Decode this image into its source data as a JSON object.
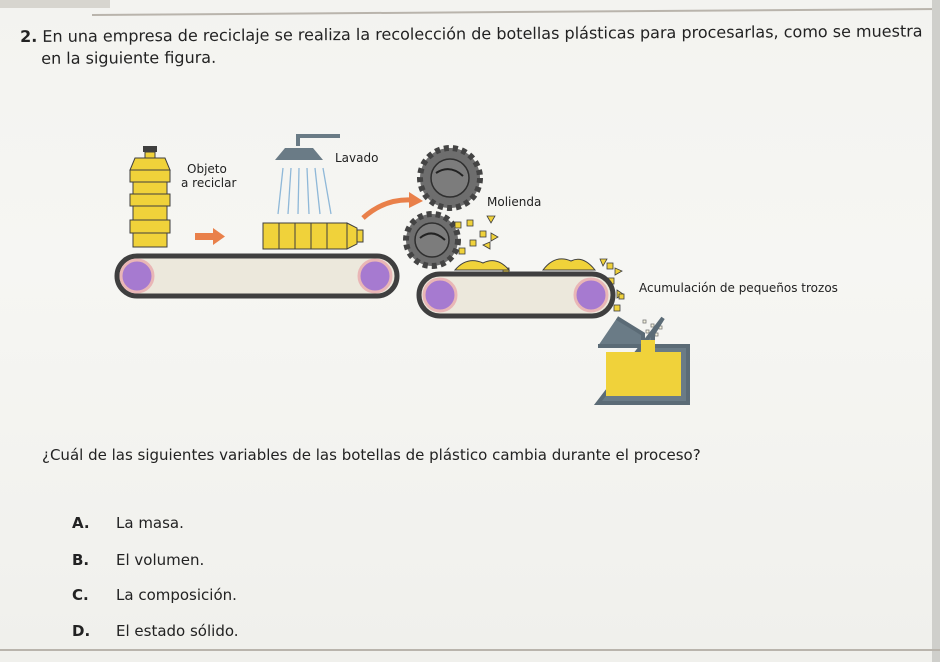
{
  "question": {
    "number": "2.",
    "line1": "En una empresa de reciclaje se realiza la recolección de botellas plásticas para procesarlas, como se muestra",
    "line2": "en la siguiente figura."
  },
  "figure": {
    "label_objeto_1": "Objeto",
    "label_objeto_2": "a reciclar",
    "label_lavado": "Lavado",
    "label_molienda": "Molienda",
    "label_acumulacion": "Acumulación de pequeños trozos",
    "colors": {
      "yellow": "#f0d23a",
      "belt": "#3f3f3f",
      "roller": "#a67ad0",
      "roller_ring": "#e9b6b6",
      "gear": "#6e6e6e",
      "arrow": "#e9804a",
      "water": "#8fb8d8"
    }
  },
  "prompt": "¿Cuál de las siguientes variables de las botellas de plástico cambia durante el proceso?",
  "options": [
    {
      "letter": "A.",
      "text": "La masa."
    },
    {
      "letter": "B.",
      "text": "El volumen."
    },
    {
      "letter": "C.",
      "text": "La composición."
    },
    {
      "letter": "D.",
      "text": "El estado sólido."
    }
  ]
}
